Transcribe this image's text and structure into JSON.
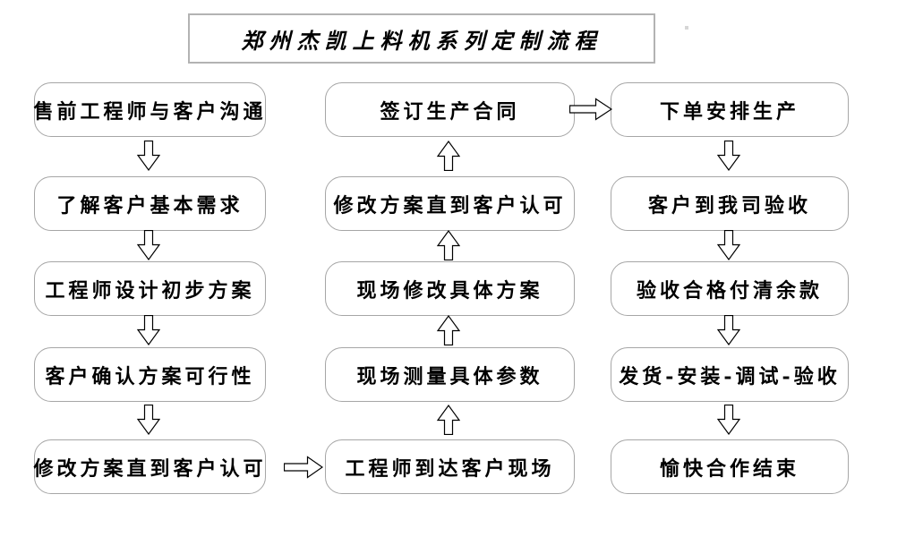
{
  "title": "郑州杰凯上料机系列定制流程",
  "flow": {
    "left": [
      "售前工程师与客户沟通",
      "了解客户基本需求",
      "工程师设计初步方案",
      "客户确认方案可行性",
      "修改方案直到客户认可"
    ],
    "middle": [
      "签订生产合同",
      "修改方案直到客户认可",
      "现场修改具体方案",
      "现场测量具体参数",
      "工程师到达客户现场"
    ],
    "right": [
      "下单安排生产",
      "客户到我司验收",
      "验收合格付清余款",
      "发货-安装-调试-验收",
      "愉快合作结束"
    ]
  },
  "icons": {
    "down_arrow": "down-arrow-icon",
    "up_arrow": "up-arrow-icon",
    "right_arrow": "right-arrow-icon"
  },
  "colors": {
    "background": "#ffffff",
    "box_border": "#a6a6a6",
    "title_border": "#b3b3b3",
    "arrow_outline": "#000000",
    "text": "#000000"
  }
}
